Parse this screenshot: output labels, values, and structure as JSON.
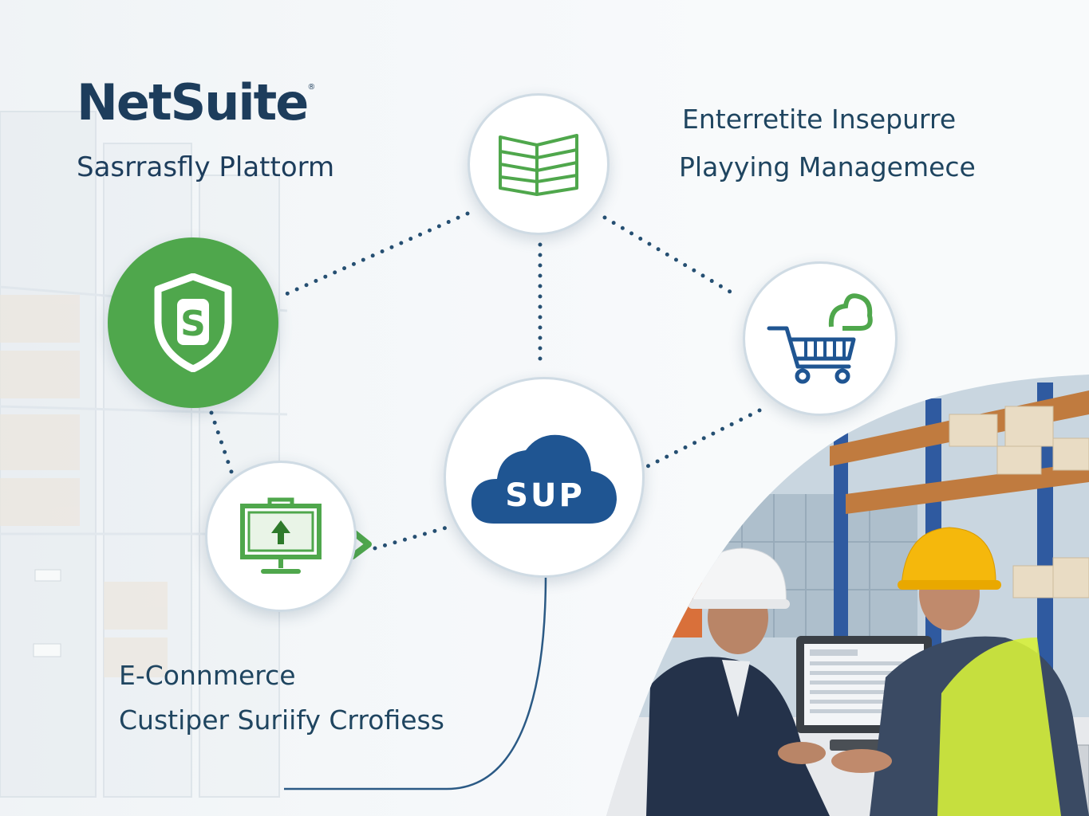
{
  "brand": {
    "name": "NetSuite",
    "mark": "®"
  },
  "tagline": "Sasrrasfly Plattorm",
  "features": {
    "top_right_line1": "Enterretite Insepurre",
    "top_right_line2": "Playying Managemece",
    "bottom_left_line1": "E-Connmerce",
    "bottom_left_line2": "Custiper Suriify Crrofiess"
  },
  "nodes": {
    "ledger": {
      "icon": "ledger-book-icon"
    },
    "shield": {
      "icon": "shield-dollar-icon",
      "symbol": "S"
    },
    "cart": {
      "icon": "cart-cloud-icon"
    },
    "cloud": {
      "icon": "cloud-icon",
      "label": "SUP"
    },
    "monitor": {
      "icon": "monitor-upload-icon"
    }
  },
  "colors": {
    "brand_navy": "#1d3d5c",
    "accent_green": "#4fa74c",
    "cloud_blue": "#1f5592",
    "connector": "#254f72"
  }
}
